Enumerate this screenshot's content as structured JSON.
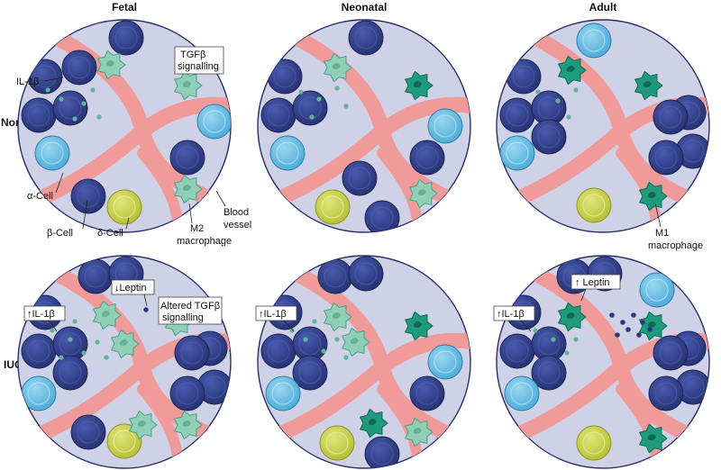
{
  "columns": {
    "fetal": "Fetal",
    "neonatal": "Neonatal",
    "adult": "Adult"
  },
  "rows": {
    "normal": "Normal",
    "iugr": "IUGR"
  },
  "labels": {
    "il1b": "IL-1β",
    "tgfb_line1": "TGFβ",
    "tgfb_line2": "signalling",
    "alpha_cell": "α-Cell",
    "beta_cell": "β-Cell",
    "delta_cell": "δ-Cell",
    "m2_line1": "M2",
    "m2_line2": "macrophage",
    "blood_line1": "Blood",
    "blood_line2": "vessel",
    "m1_line1": "M1",
    "m1_line2": "macrophage",
    "up_il1b": "↑IL-1β",
    "down_leptin": "↓Leptin",
    "altered_line1": "Altered TGFβ",
    "altered_line2": "signalling",
    "up_leptin": "↑ Leptin"
  },
  "colors": {
    "islet_fill": "#cfd2e6",
    "islet_stroke": "#2b2f6a",
    "beta_cell": "#2e3c8c",
    "alpha_cell": "#5db9e0",
    "delta_cell": "#c9d24a",
    "vessel": "#f19a9a",
    "m2_macrophage": "#8fcfb8",
    "m1_macrophage": "#1f9a7c",
    "il1b_dot": "#5fb59a",
    "leptin_dot": "#283b7a"
  }
}
